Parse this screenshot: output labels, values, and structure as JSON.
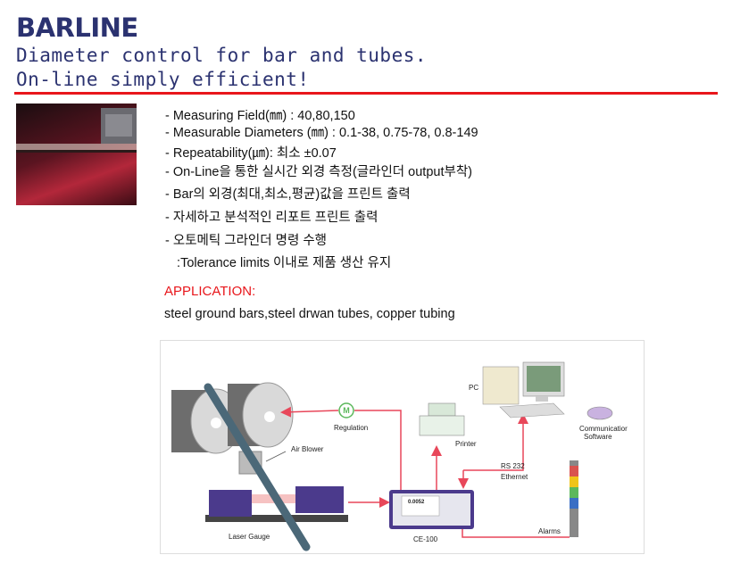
{
  "header": {
    "title": "BARLINE",
    "subtitle_line1": "Diameter control for bar and tubes.",
    "subtitle_line2": "On-line simply efficient!"
  },
  "features": [
    "- Measuring Field(㎜) : 40,80,150",
    "- Measurable Diameters (㎜) : 0.1-38, 0.75-78, 0.8-149",
    "- Repeatability(㎛): 최소 ±0.07",
    "- On-Line을 통한 실시간 외경 측정(글라인더 output부착)",
    "- Bar의 외경(최대,최소,평균)값을 프린트 출력",
    "- 자세하고 분석적인 리포트 프린트 출력",
    "- 오토메틱 그라인더 명령 수행",
    "  :Tolerance limits 이내로 제품 생산 유지"
  ],
  "application": {
    "label": "APPLICATION:",
    "text": "steel ground bars,steel drwan tubes, copper tubing"
  },
  "diagram": {
    "regulation": "Regulation",
    "motor_symbol": "M",
    "air_blower": "Air Blower",
    "laser_gauge": "Laser Gauge",
    "controller": "CE-100",
    "controller_display": "0.0052",
    "printer": "Printer",
    "pc": "PC",
    "software_line1": "Communicatior",
    "software_line2": "Software",
    "rs232": "RS 232",
    "ethernet": "Ethernet",
    "alarms": "Alarms"
  },
  "colors": {
    "brand": "#2b3270",
    "accent": "#e8161b",
    "signal_line": "#e8475a"
  }
}
